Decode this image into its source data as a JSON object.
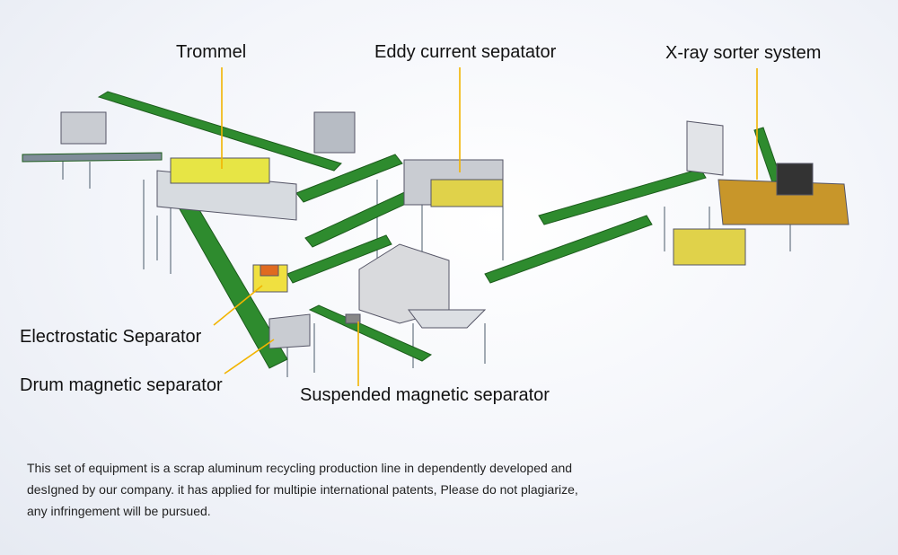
{
  "labels": {
    "trommel": "Trommel",
    "eddy": "Eddy current sepatator",
    "xray": "X-ray sorter system",
    "electrostatic": "Electrostatic Separator",
    "drum": "Drum magnetic separator",
    "suspended": "Suspended magnetic separator"
  },
  "note": "This set of equipment is a scrap aluminum recycling production line in dependently developed and desIgned by our company. it has applied for multipie international patents, Please do not plagiarize, any infringement will be pursued.",
  "colors": {
    "conveyor": "#2e8b2e",
    "leader": "#f2b400",
    "machine": "#c9ccd2",
    "xray_body": "#c8962a"
  }
}
